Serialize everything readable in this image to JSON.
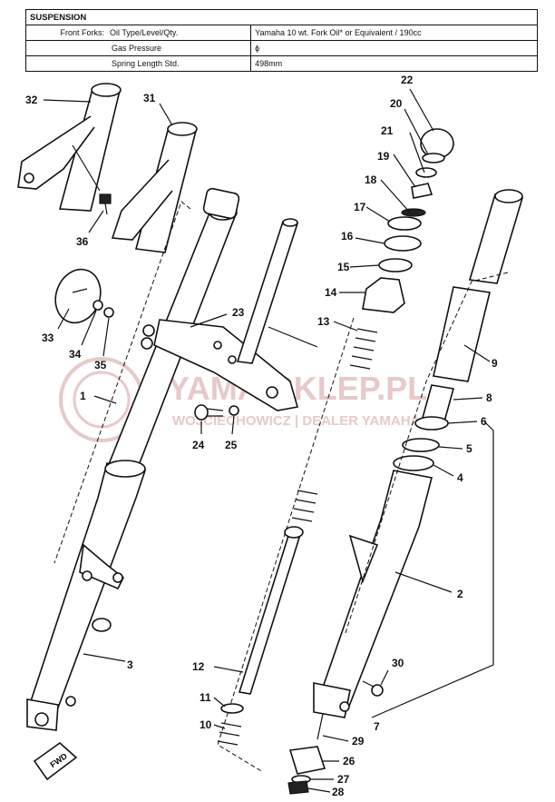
{
  "spec_table": {
    "header": "SUSPENSION",
    "rows": [
      {
        "label_a": "Front Forks:",
        "label_b": "Oil Type/Level/Qty.",
        "value": "Yamaha 10 wt. Fork Oil* or Equivalent / 190cc"
      },
      {
        "label_a": "",
        "label_b": "Gas Pressure",
        "value": "ϕ"
      },
      {
        "label_a": "",
        "label_b": "Spring Length Std.",
        "value": "498mm"
      }
    ]
  },
  "watermark": {
    "main": "YAMA-SKLEP.PL",
    "sub": "WOJCIECHOWICZ | DEALER YAMAHA"
  },
  "fwd_label": "FWD",
  "callouts": [
    "1",
    "2",
    "3",
    "4",
    "5",
    "6",
    "7",
    "8",
    "9",
    "10",
    "11",
    "12",
    "13",
    "14",
    "15",
    "16",
    "17",
    "18",
    "19",
    "20",
    "21",
    "22",
    "23",
    "24",
    "25",
    "26",
    "27",
    "28",
    "29",
    "30",
    "31",
    "32",
    "33",
    "34",
    "35",
    "36"
  ],
  "colors": {
    "line": "#111111",
    "watermark": "#e7c9c9"
  }
}
